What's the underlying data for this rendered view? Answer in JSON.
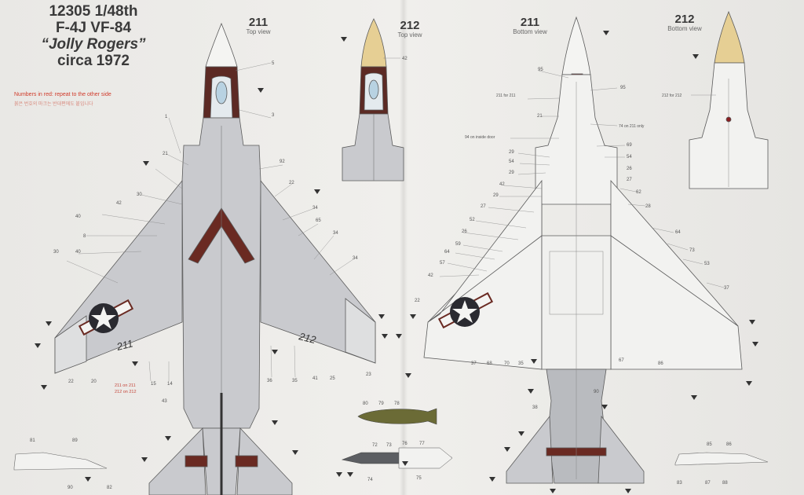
{
  "title": {
    "line1": "12305 1/48th",
    "line2": "F-4J VF-84",
    "line3": "“Jolly Rogers”",
    "line4": "circa 1972"
  },
  "note_red": "Numbers in red: repeat to the other side",
  "note_korean": "붉은 번호의 마크는 반대편에도 붙입니다",
  "views": {
    "top_211": {
      "num": "211",
      "view": "Top view"
    },
    "top_212": {
      "num": "212",
      "view": "Top view"
    },
    "bottom_211": {
      "num": "211",
      "view": "Bottom view"
    },
    "bottom_212": {
      "num": "212",
      "view": "Bottom view"
    }
  },
  "callouts": {
    "c211_on_211": "211 on 211",
    "c212_on_212": "212 on 212",
    "c211_for_211": "211 for 211",
    "c212_for_212": "212 for 212",
    "c74_on_211": "74 on 211 only",
    "c94_inside": "94 on inside door"
  },
  "markings": {
    "modex_211": "211",
    "modex_212": "212"
  },
  "colors": {
    "gull_gray": "#c9cace",
    "white": "#f4f4f2",
    "maroon": "#6a2a22",
    "radome": "#e6cf94",
    "line": "#5a5a5a"
  }
}
